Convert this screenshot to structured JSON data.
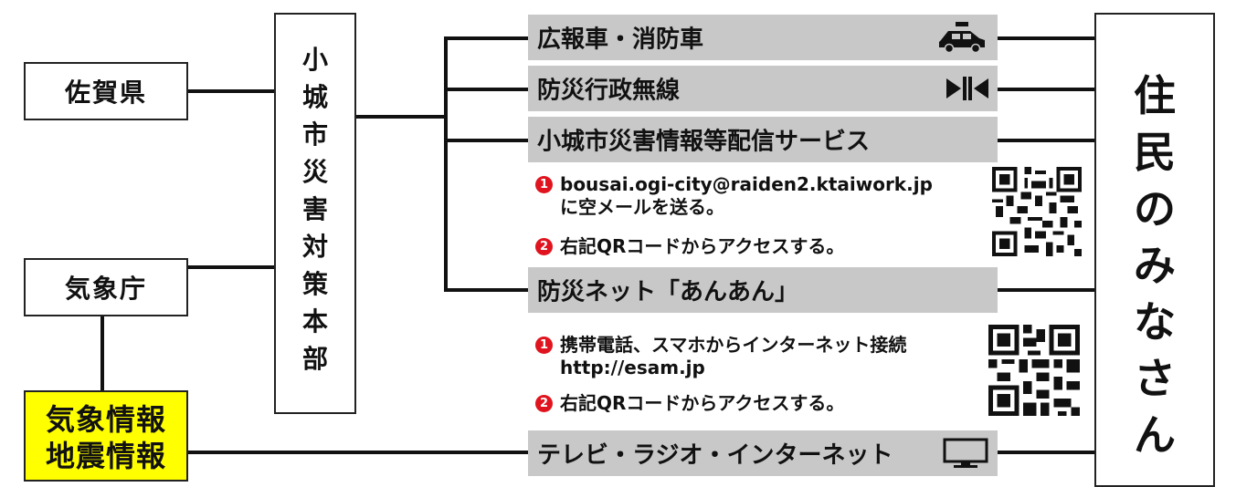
{
  "sources": {
    "saga": "佐賀県",
    "kishocho": "気象庁",
    "info_box": [
      "気象情報",
      "地震情報"
    ]
  },
  "hq": [
    "小",
    "城",
    "市",
    "災",
    "害",
    "対",
    "策",
    "本",
    "部"
  ],
  "residents": [
    "住",
    "民",
    "の",
    "み",
    "な",
    "さ",
    "ん"
  ],
  "channels": {
    "koho": {
      "label": "広報車・消防車",
      "icon": "car-icon"
    },
    "musen": {
      "label": "防災行政無線",
      "icon": "speaker-icon"
    },
    "mail": {
      "label": "小城市災害情報等配信サービス",
      "steps": [
        {
          "num": "1",
          "line1": "bousai.ogi-city@raiden2.ktaiwork.jp",
          "line2": "に空メールを送る。"
        },
        {
          "num": "2",
          "line1": "右記QRコードからアクセスする。"
        }
      ],
      "icon": "qr-code-icon"
    },
    "anan": {
      "label": "防災ネット「あんあん」",
      "steps": [
        {
          "num": "1",
          "line1": "携帯電話、スマホからインターネット接続",
          "line2": "http://esam.jp"
        },
        {
          "num": "2",
          "line1": "右記QRコードからアクセスする。"
        }
      ],
      "icon": "qr-code-icon"
    },
    "tv": {
      "label": "テレビ・ラジオ・インターネット",
      "icon": "tv-icon"
    }
  },
  "colors": {
    "info_box_bg": "#ffff00",
    "bar_bg": "#c8c8c8",
    "badge": "#e0141e"
  }
}
